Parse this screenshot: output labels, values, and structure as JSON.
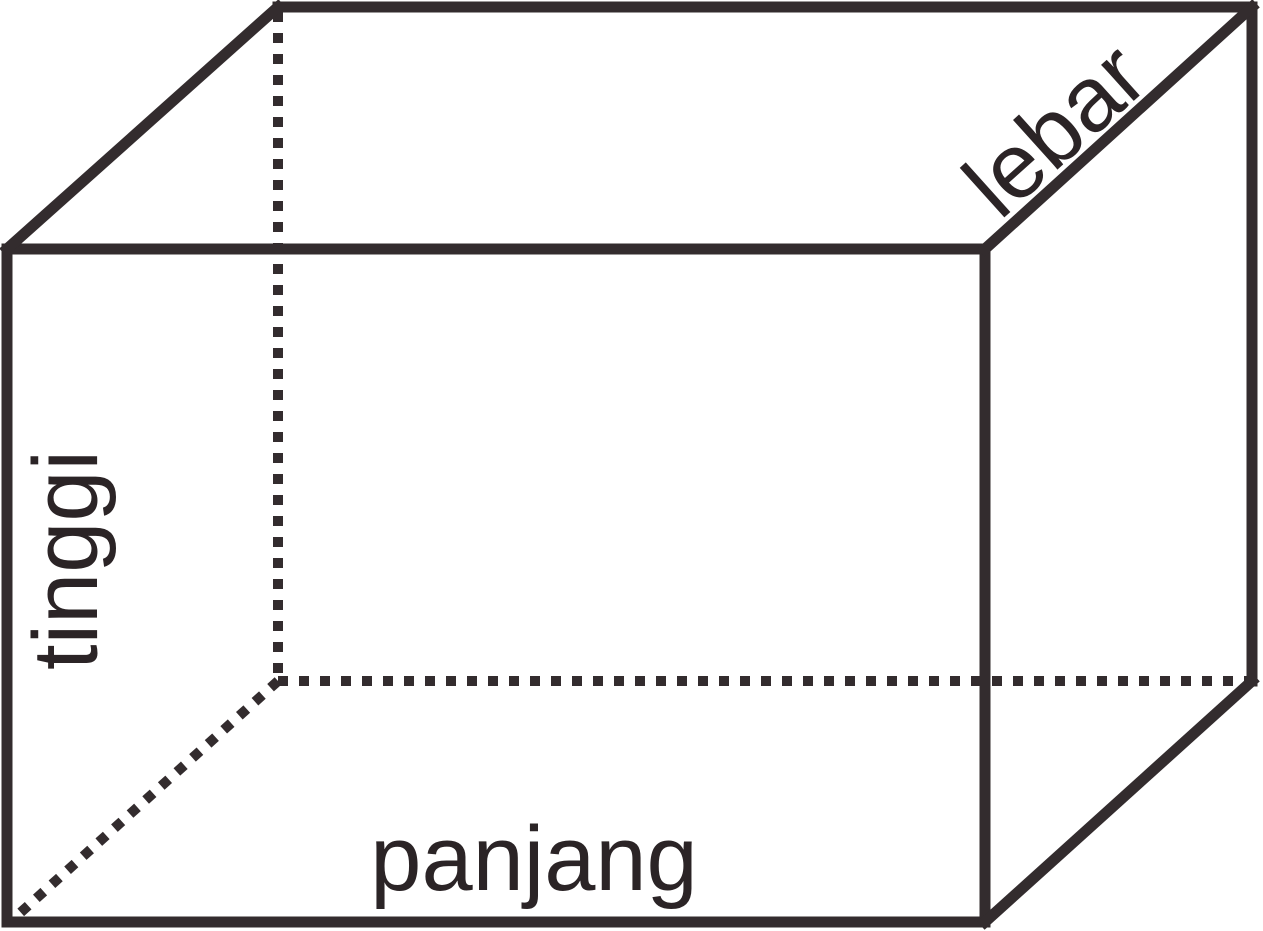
{
  "labels": {
    "length": "panjang",
    "width": "lebar",
    "height": "tinggi"
  },
  "colors": {
    "line": "#332c2e",
    "text": "#2b2426",
    "background": "#ffffff"
  }
}
